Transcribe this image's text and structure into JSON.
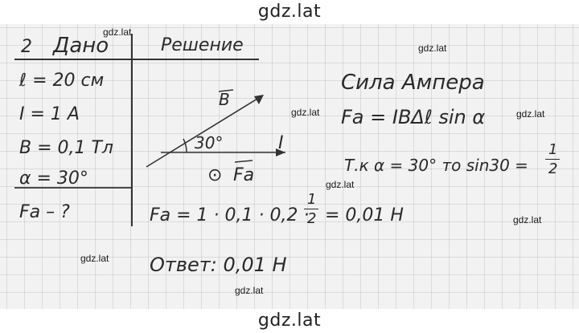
{
  "header": {
    "site": "gdz.lat"
  },
  "footer": {
    "site": "gdz.lat"
  },
  "watermark": "gdz.lat",
  "problem": {
    "number": "2",
    "given_title": "Дано",
    "solution_title": "Решение"
  },
  "given": [
    "ℓ = 20 см",
    "I = 1 A",
    "B = 0,1 Тл",
    "α = 30°",
    "Fa – ?"
  ],
  "diagram": {
    "b_label": "B",
    "angle_label": "30°",
    "i_label": "I",
    "fa_label": "Fa",
    "fa_symbol": "⊙"
  },
  "solution": {
    "title": "Сила Ампера",
    "formula": "Fa = IBΔℓ sin α",
    "note_lhs": "Т.к α = 30°  то sin30 =",
    "note_num": "1",
    "note_den": "2",
    "calc_lhs": "Fa = 1 · 0,1 · 0,2 ·",
    "calc_num": "1",
    "calc_den": "2",
    "calc_rhs": "= 0,01 H",
    "answer": "Ответ: 0,01 H"
  }
}
